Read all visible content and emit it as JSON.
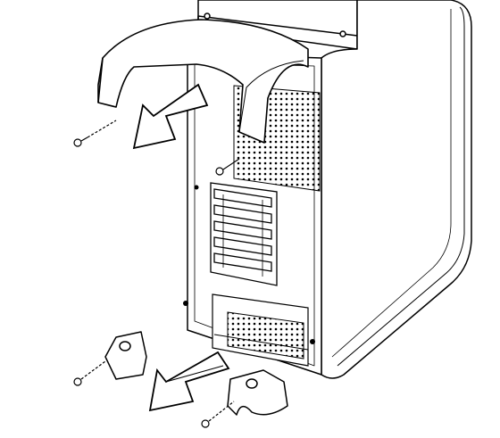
{
  "illustration": {
    "subject": "computer-case-rear-cover-removal",
    "colors": {
      "line": "#000000",
      "fill": "#ffffff",
      "arrow_fill": "#ffffff"
    },
    "parts": {
      "top_cover": "curved-top-cover",
      "bottom_cover": "bottom-foot-cover",
      "screws_top": 1,
      "screws_bottom": 2,
      "screws_case": 1
    },
    "arrows": [
      "remove-top-cover-arrow",
      "remove-bottom-cover-arrow"
    ]
  }
}
